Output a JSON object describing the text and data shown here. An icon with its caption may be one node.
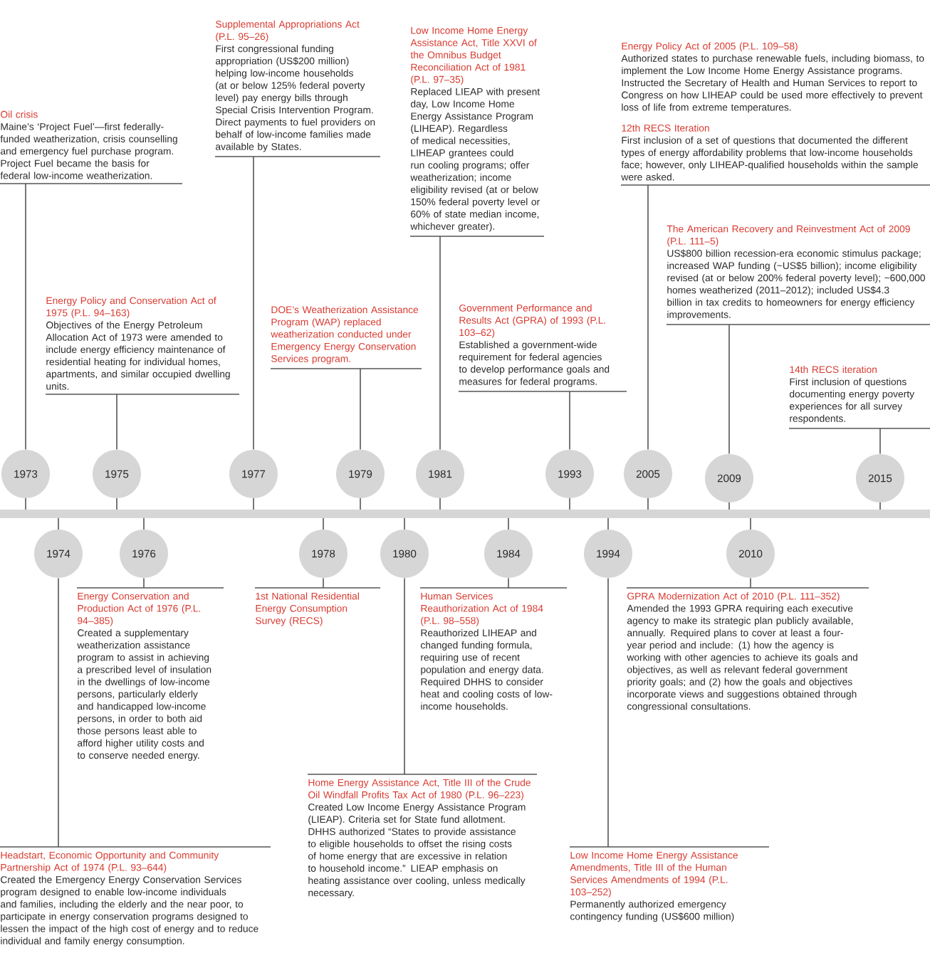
{
  "diagram": {
    "nodes": [
      {
        "text": [
          "1973"
        ]
      },
      {
        "text": [
          "Oil crisis",
          "Maine’s ‘Project Fuel’—first federally-funded weatherization, crisis counselling and emergency fuel purchase program. Project Fuel became the basis for federal low-income weatherization."
        ]
      },
      {
        "text": [
          "1974"
        ]
      },
      {
        "text": [
          "Headstart, Economic Opportunity and Community Partnership Act of 1974 (P.L. 93–644)",
          "Created the Emergency Energy Conservation Services program designed to enable low-income individuals and families, including the elderly and the near poor, to participate in energy conservation programs designed to lessen the impact of the high cost of energy and to reduce individual and family energy consumption."
        ]
      },
      {
        "text": [
          "1975"
        ]
      },
      {
        "text": [
          "Energy Policy and Conservation Act of 1975 (P.L. 94–163)",
          "Objectives of the Energy Petroleum Allocation Act of 1973 were amended to include energy efficiency maintenance of residential heating for individual homes, apartments, and similar occupied dwelling units."
        ]
      },
      {
        "text": [
          "1976"
        ]
      },
      {
        "text": [
          "Energy Conservation and Production Act of 1976 (P.L. 94–385)",
          "Created a supplementary weatherization assistance program to assist in achieving a prescribed level of insulation in the dwellings of low-income persons, particularly elderly and handicapped low-income persons, in order to both aid those persons least able to afford higher utility costs and to conserve needed energy."
        ]
      },
      {
        "text": [
          "1977"
        ]
      },
      {
        "text": [
          "Supplemental Appropriations Act (P.L. 95–26)",
          "First congressional funding appropriation (US$200 million) helping low-income households (at or below 125% federal poverty level) pay energy bills through Special Crisis Intervention Program. Direct payments to fuel providers on behalf of low-income families made available by States."
        ]
      },
      {
        "text": [
          "1978"
        ]
      },
      {
        "text": [
          "1st National Residential Energy Consumption Survey (RECS)"
        ]
      },
      {
        "text": [
          "1979"
        ]
      },
      {
        "text": [
          "DOE’s Weatherization Assistance Program (WAP) replaced weatherization conducted under Emergency Energy Conservation Services program."
        ]
      },
      {
        "text": [
          "1980"
        ]
      },
      {
        "text": [
          "Home Energy Assistance Act, Title III of the Crude Oil Windfall Profits Tax Act of 1980 (P.L. 96–223)",
          "Created Low Income Energy Assistance Program (LIEAP). Criteria set for State fund allotment. DHHS authorized “States to provide assistance to eligible households to offset the rising costs of home energy that are excessive in relation to household income.” LIEAP emphasis on heating assistance over cooling, unless medically necessary."
        ]
      },
      {
        "text": [
          "1981"
        ]
      },
      {
        "text": [
          "Low Income Home Energy Assistance Act, Title XXVI of the Omnibus Budget Reconciliation Act of 1981 (P.L. 97–35)",
          "Replaced LIEAP with present day, Low Income Home Energy Assistance Program (LIHEAP). Regardless of medical necessities, LIHEAP grantees could run cooling programs; offer weatherization; income eligibility revised (at or below 150% federal poverty level or 60% of state median income, whichever greater)."
        ]
      },
      {
        "text": [
          "1984"
        ]
      },
      {
        "text": [
          "Human Services Reauthorization Act of 1984 (P.L. 98–558)",
          "Reauthorized LIHEAP and changed funding formula, requiring use of recent population and energy data. Required DHHS to consider heat and cooling costs of low-income households."
        ]
      },
      {
        "text": [
          "1993"
        ]
      },
      {
        "text": [
          "Government Performance and Results Act (GPRA) of 1993 (P.L. 103–62)",
          "Established a government-wide requirement for federal agencies to develop performance goals and measures for federal programs."
        ]
      },
      {
        "text": [
          "1994"
        ]
      },
      {
        "text": [
          "Low Income Home Energy Assistance Amendments, Title III of the Human Services Amendments of 1994 (P.L. 103–252)",
          "Permanently authorized emergency contingency funding (US$600 million)"
        ]
      },
      {
        "text": [
          "2005"
        ]
      },
      {
        "text": [
          "Energy Policy Act of 2005 (P.L. 109–58)",
          "Authorized states to purchase renewable fuels, including biomass, to implement the Low Income Home Energy Assistance programs. Instructed the Secretary of Health and Human Services to report to Congress on how LIHEAP could be used more effectively to prevent loss of life from extreme temperatures.",
          "12th RECS Iteration",
          "First inclusion of a set of questions that documented the different types of energy affordability problems that low-income households face; however, only LIHEAP-qualified households within the sample were asked."
        ]
      },
      {
        "text": [
          "2009"
        ]
      },
      {
        "text": [
          "The American Recovery and Reinvestment Act of 2009 (P.L. 111–5)",
          "US$800 billion recession-era economic stimulus package; increased WAP funding (~US$5 billion); income eligibility revised (at or below 200% federal poverty level); ~600,000 homes weatherized (2011–2012); included US$4.3 billion in tax credits to homeowners for energy efficiency improvements."
        ]
      },
      {
        "text": [
          "2010"
        ]
      },
      {
        "text": [
          "GPRA Modernization Act of 2010 (P.L. 111–352)",
          "Amended the 1993 GPRA requiring each executive agency to make its strategic plan publicly available, annually. Required plans to cover at least a four-year period and include: (1) how the agency is working with other agencies to achieve its goals and objectives, as well as relevant federal government priority goals; and (2) how the goals and objectives incorporate views and suggestions obtained through congressional consultations."
        ]
      },
      {
        "text": [
          "2015"
        ]
      },
      {
        "text": [
          "14th RECS iteration",
          "First inclusion of questions documenting energy poverty experiences for all survey respondents."
        ]
      }
    ],
    "edges": [
      {
        "from": 0,
        "to": 1,
        "arrow": "none"
      },
      {
        "from": 2,
        "to": 3,
        "arrow": "none"
      },
      {
        "from": 4,
        "to": 5,
        "arrow": "none"
      },
      {
        "from": 6,
        "to": 7,
        "arrow": "none"
      },
      {
        "from": 8,
        "to": 9,
        "arrow": "none"
      },
      {
        "from": 10,
        "to": 11,
        "arrow": "none"
      },
      {
        "from": 12,
        "to": 13,
        "arrow": "none"
      },
      {
        "from": 14,
        "to": 15,
        "arrow": "none"
      },
      {
        "from": 16,
        "to": 17,
        "arrow": "none"
      },
      {
        "from": 18,
        "to": 19,
        "arrow": "none"
      },
      {
        "from": 20,
        "to": 21,
        "arrow": "none"
      },
      {
        "from": 22,
        "to": 23,
        "arrow": "none"
      },
      {
        "from": 24,
        "to": 25,
        "arrow": "none"
      },
      {
        "from": 26,
        "to": 27,
        "arrow": "none"
      },
      {
        "from": 28,
        "to": 29,
        "arrow": "none"
      },
      {
        "from": 30,
        "to": 31,
        "arrow": "none"
      }
    ]
  }
}
